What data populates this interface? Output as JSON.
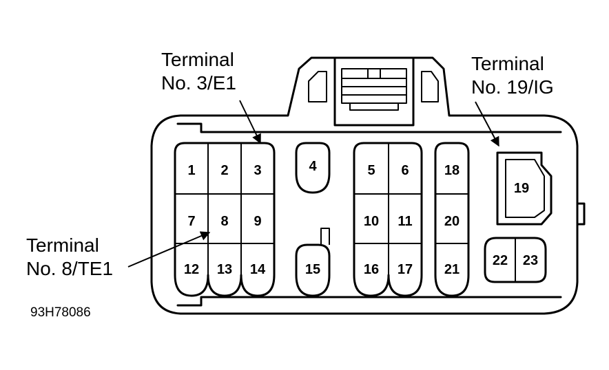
{
  "callouts": {
    "e1": {
      "line1": "Terminal",
      "line2": "No. 3/E1"
    },
    "ig": {
      "line1": "Terminal",
      "line2": "No. 19/IG"
    },
    "te1": {
      "line1": "Terminal",
      "line2": "No. 8/TE1"
    }
  },
  "pins": {
    "p1": "1",
    "p2": "2",
    "p3": "3",
    "p4": "4",
    "p5": "5",
    "p6": "6",
    "p7": "7",
    "p8": "8",
    "p9": "9",
    "p10": "10",
    "p11": "11",
    "p12": "12",
    "p13": "13",
    "p14": "14",
    "p15": "15",
    "p16": "16",
    "p17": "17",
    "p18": "18",
    "p19": "19",
    "p20": "20",
    "p21": "21",
    "p22": "22",
    "p23": "23"
  },
  "figure_code": "93H78086"
}
